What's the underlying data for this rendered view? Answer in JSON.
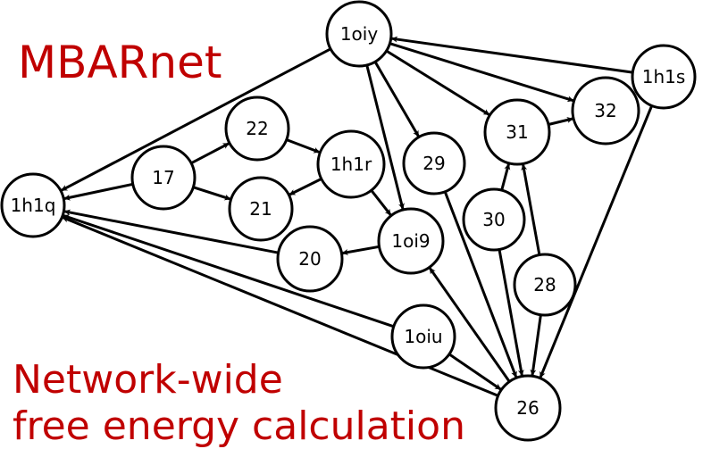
{
  "title": "MBARnet",
  "subtitle_lines": [
    "Network-wide",
    "free energy calculation"
  ],
  "colors": {
    "title": "#c00000",
    "edge": "#000000",
    "node_fill": "#ffffff",
    "node_stroke": "#000000"
  },
  "nodes": [
    {
      "id": "1oiy",
      "label": "1oiy"
    },
    {
      "id": "1h1s",
      "label": "1h1s"
    },
    {
      "id": "32",
      "label": "32"
    },
    {
      "id": "31",
      "label": "31"
    },
    {
      "id": "22",
      "label": "22"
    },
    {
      "id": "17",
      "label": "17"
    },
    {
      "id": "1h1r",
      "label": "1h1r"
    },
    {
      "id": "29",
      "label": "29"
    },
    {
      "id": "1h1q",
      "label": "1h1q"
    },
    {
      "id": "21",
      "label": "21"
    },
    {
      "id": "30",
      "label": "30"
    },
    {
      "id": "1oi9",
      "label": "1oi9"
    },
    {
      "id": "20",
      "label": "20"
    },
    {
      "id": "28",
      "label": "28"
    },
    {
      "id": "1oiu",
      "label": "1oiu"
    },
    {
      "id": "26",
      "label": "26"
    }
  ],
  "edges": [
    {
      "from": "1h1s",
      "to": "1oiy"
    },
    {
      "from": "1oiy",
      "to": "1h1q"
    },
    {
      "from": "1oiy",
      "to": "32"
    },
    {
      "from": "1oiy",
      "to": "31"
    },
    {
      "from": "1oiy",
      "to": "29"
    },
    {
      "from": "1oiy",
      "to": "1oi9"
    },
    {
      "from": "1h1s",
      "to": "26"
    },
    {
      "from": "31",
      "to": "32"
    },
    {
      "from": "17",
      "to": "22"
    },
    {
      "from": "17",
      "to": "21"
    },
    {
      "from": "17",
      "to": "1h1q"
    },
    {
      "from": "22",
      "to": "1h1r"
    },
    {
      "from": "1h1r",
      "to": "21"
    },
    {
      "from": "1h1r",
      "to": "1oi9"
    },
    {
      "from": "1oi9",
      "to": "20"
    },
    {
      "from": "20",
      "to": "1h1q"
    },
    {
      "from": "1oiu",
      "to": "1h1q"
    },
    {
      "from": "1oiu",
      "to": "26"
    },
    {
      "from": "26",
      "to": "1h1q"
    },
    {
      "from": "26",
      "to": "1oi9"
    },
    {
      "from": "29",
      "to": "26"
    },
    {
      "from": "30",
      "to": "31"
    },
    {
      "from": "30",
      "to": "26"
    },
    {
      "from": "28",
      "to": "31"
    },
    {
      "from": "28",
      "to": "26"
    }
  ]
}
